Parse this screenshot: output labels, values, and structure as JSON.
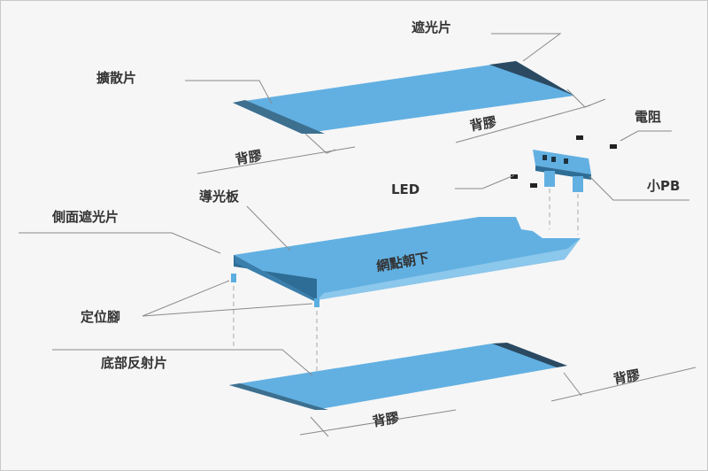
{
  "labels": {
    "shading_film": "遮光片",
    "diffuser_film": "擴散片",
    "back_adhesive_1": "背膠",
    "back_adhesive_2": "背膠",
    "resistor": "電阻",
    "small_pcb": "小PB",
    "led": "LED",
    "light_guide_plate": "導光板",
    "side_shading_film": "側面遮光片",
    "dot_pattern_down": "網點朝下",
    "positioning_pins": "定位腳",
    "bottom_reflector": "底部反射片",
    "back_adhesive_3": "背膠",
    "back_adhesive_4": "背膠"
  },
  "colors": {
    "sheet_top": "#62b0e2",
    "sheet_light": "#8cc7ec",
    "sheet_dark": "#2e6d96",
    "shading_strip": "#2b4a62",
    "leader_line": "#8a8a8a",
    "background": "#f6f6f6"
  }
}
